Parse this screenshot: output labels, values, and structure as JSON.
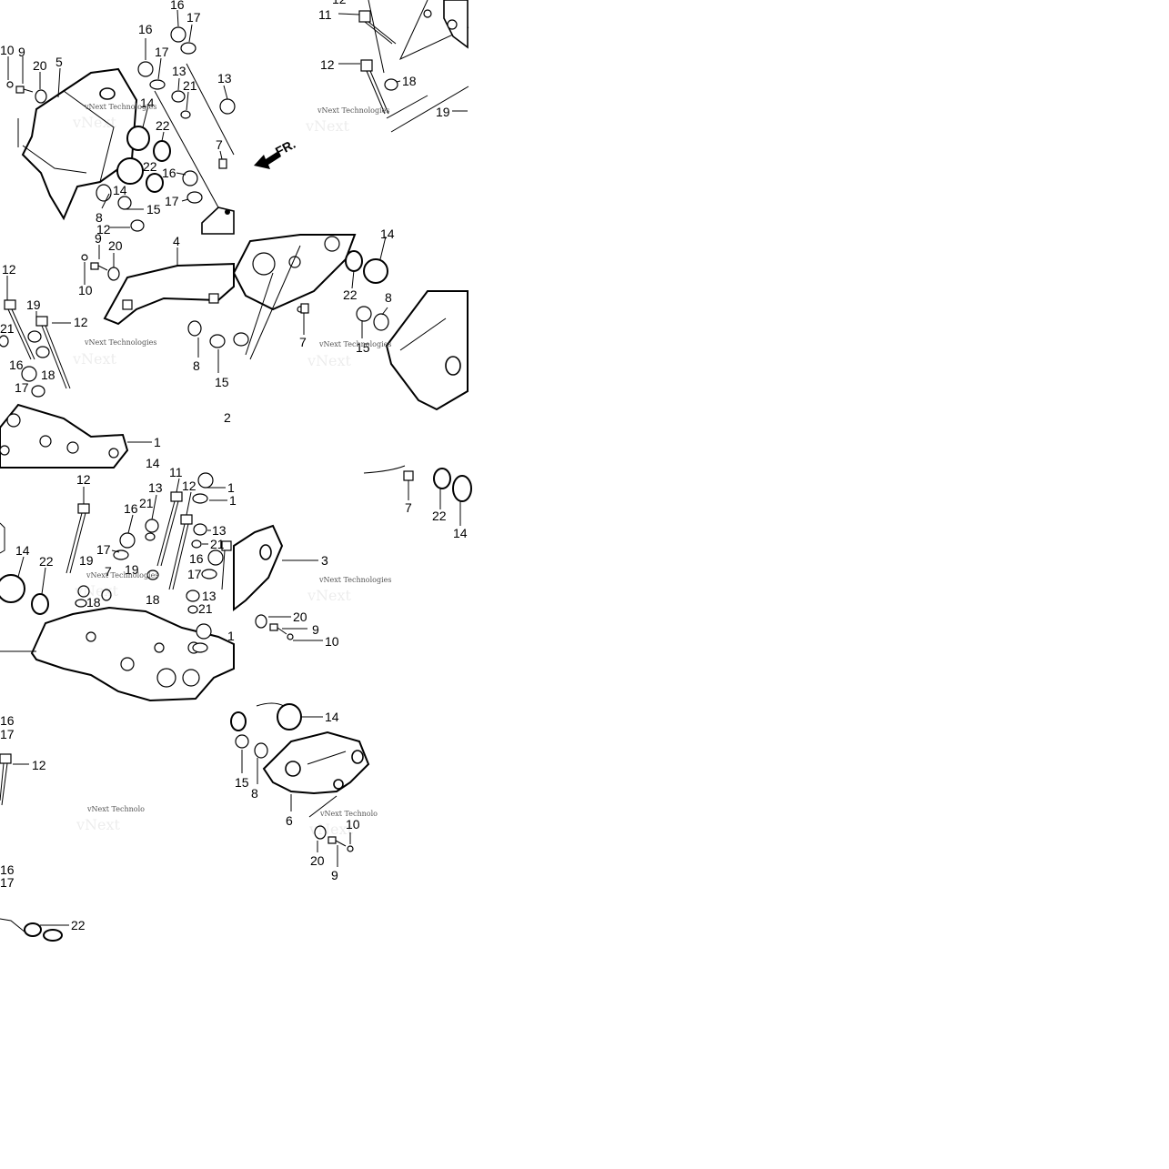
{
  "watermark": "vNext Technologies",
  "watermark_partial": "vNext Technolo",
  "direction": "FR.",
  "labels": {
    "n1": "1",
    "n2": "2",
    "n3": "3",
    "n4": "4",
    "n5": "5",
    "n6": "6",
    "n7": "7",
    "n8": "8",
    "n9": "9",
    "n10": "10",
    "n11": "11",
    "n12": "12",
    "n13": "13",
    "n14": "14",
    "n15": "15",
    "n16": "16",
    "n17": "17",
    "n18": "18",
    "n19": "19",
    "n20": "20",
    "n21": "21",
    "n22": "22"
  }
}
